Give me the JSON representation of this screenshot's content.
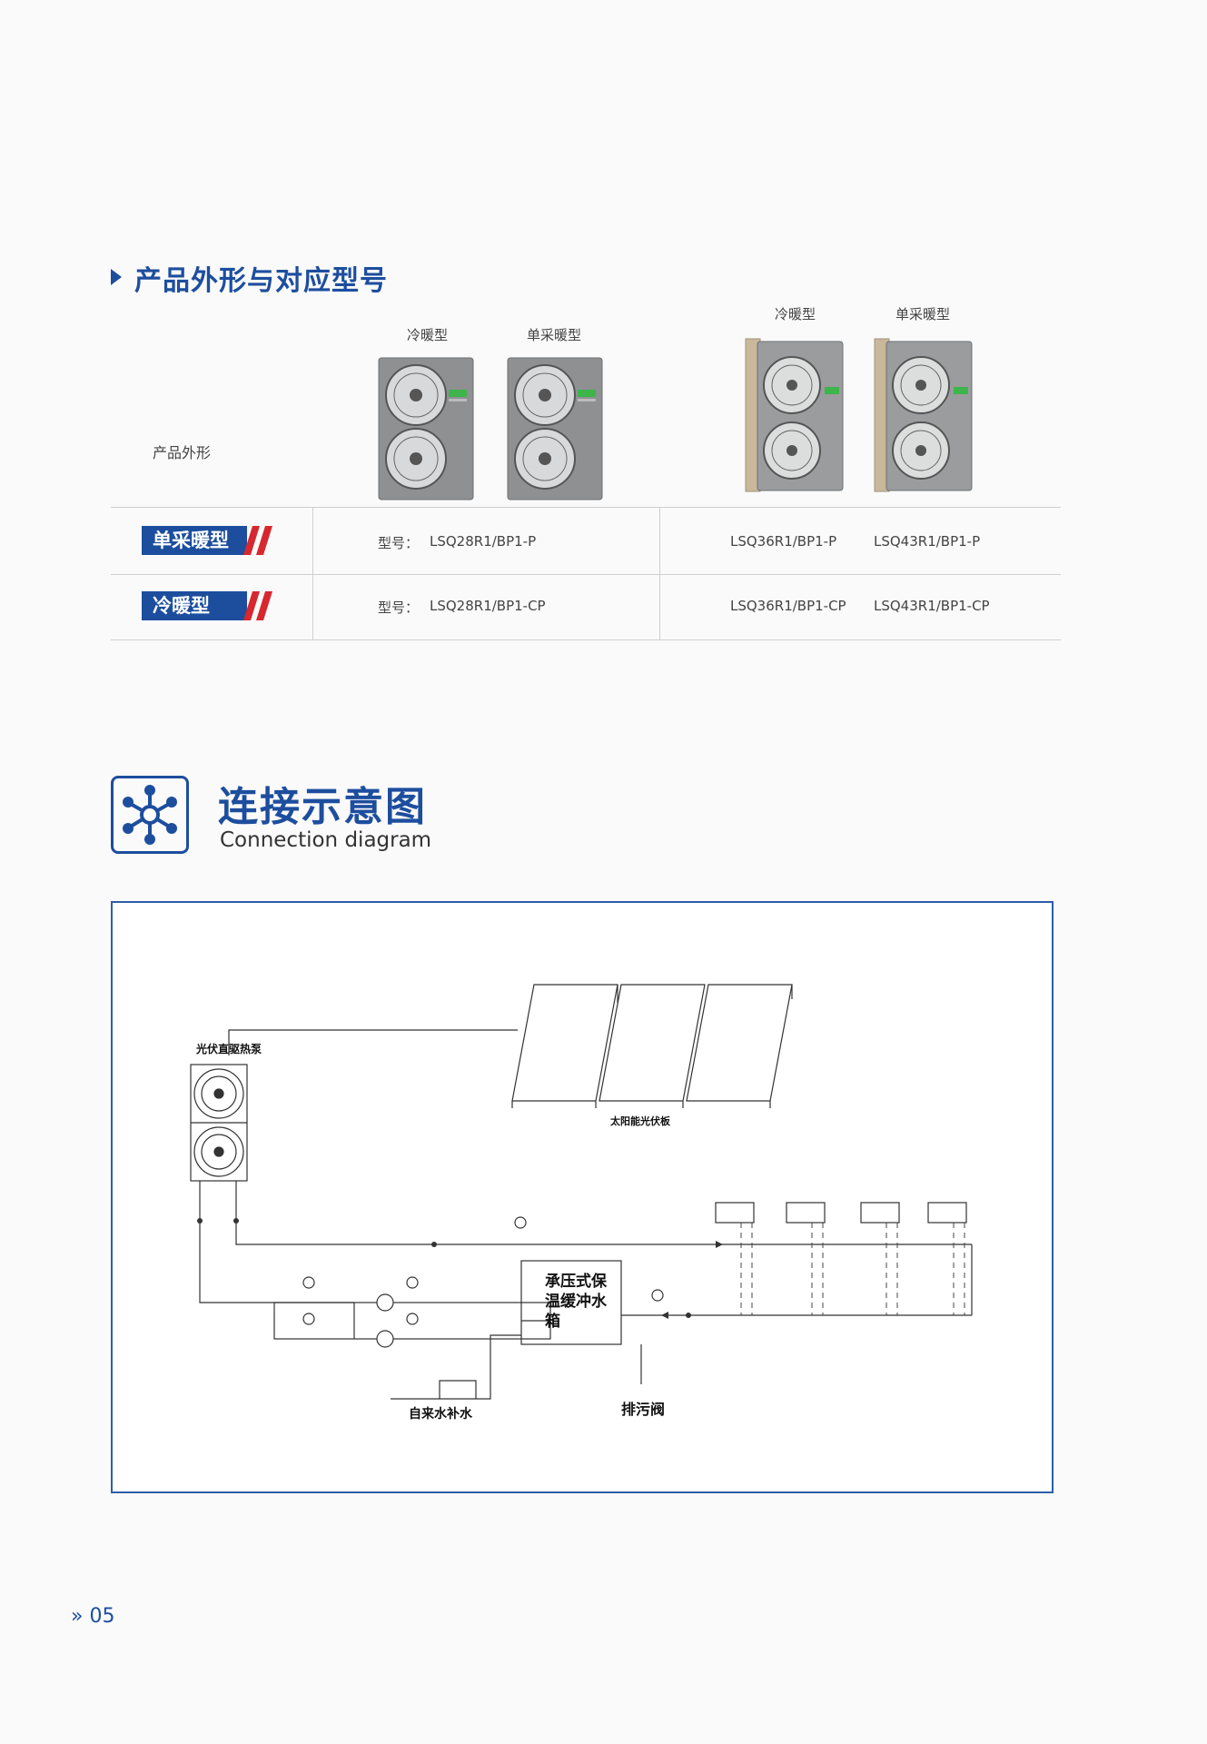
{
  "section1": {
    "title": "产品外形与对应型号"
  },
  "products": {
    "row_label": "产品外形",
    "group1": {
      "left_label": "冷暖型",
      "right_label": "单采暖型"
    },
    "group2": {
      "left_label": "冷暖型",
      "right_label": "单采暖型"
    }
  },
  "table": {
    "rows": [
      {
        "type": "单采暖型",
        "prefix": "型号：",
        "model1": "LSQ28R1/BP1-P",
        "model2": "LSQ36R1/BP1-P",
        "model3": "LSQ43R1/BP1-P"
      },
      {
        "type": "冷暖型",
        "prefix": "型号：",
        "model1": "LSQ28R1/BP1-CP",
        "model2": "LSQ36R1/BP1-CP",
        "model3": "LSQ43R1/BP1-CP"
      }
    ]
  },
  "section2": {
    "title": "连接示意图",
    "subtitle": "Connection diagram"
  },
  "diagram": {
    "heat_pump": "光伏直驱热泵",
    "solar_panel": "太阳能光伏板",
    "tank_line1": "承压式保",
    "tank_line2": "温缓冲水",
    "tank_line3": "箱",
    "water_supply": "自来水补水",
    "drain_valve": "排污阀"
  },
  "page": {
    "number": "05",
    "accent_color": "#1d4e9e",
    "badge_slash_color": "#d7282f"
  }
}
